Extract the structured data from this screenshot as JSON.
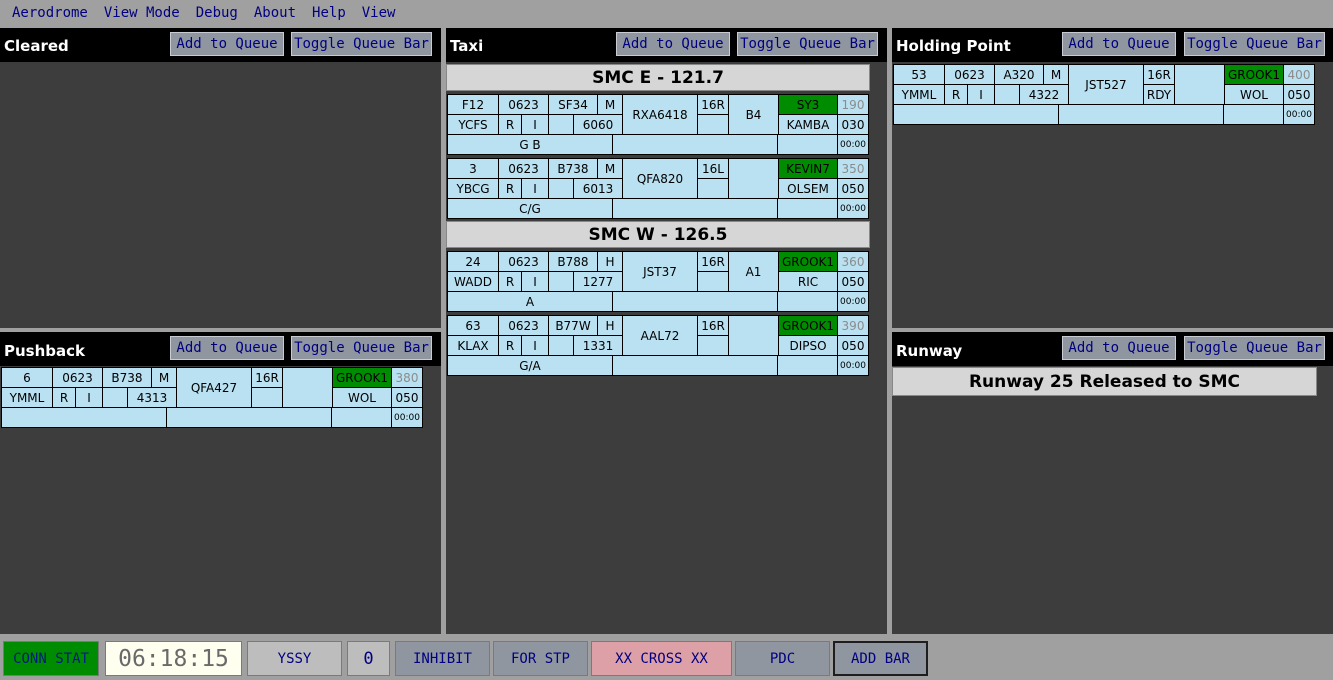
{
  "menu": [
    "Aerodrome",
    "View Mode",
    "Debug",
    "About",
    "Help",
    "View"
  ],
  "buttons": {
    "add": "Add to Queue",
    "toggle": "Toggle Queue Bar"
  },
  "panels": {
    "cleared": "Cleared",
    "pushback": "Pushback",
    "taxi": "Taxi",
    "holding": "Holding Point",
    "runway": "Runway"
  },
  "taxi_groups": [
    "SMC E - 121.7",
    "SMC W - 126.5"
  ],
  "runway_banner": "Runway 25 Released to SMC",
  "strips": {
    "pushback": [
      {
        "bay": "6",
        "time": "0623",
        "type": "B738",
        "wtc": "M",
        "callsign": "QFA427",
        "rwy": "16R",
        "rwy2": "",
        "twy": "",
        "sid": "GROOK1",
        "alt": "380",
        "dest": "YMML",
        "rules": "R",
        "flt": "I",
        "sq": "",
        "code": "4313",
        "fix": "WOL",
        "hdg": "050",
        "remarks": "",
        "clock": "00:00"
      }
    ],
    "taxi_e": [
      {
        "bay": "F12",
        "time": "0623",
        "type": "SF34",
        "wtc": "M",
        "callsign": "RXA6418",
        "rwy": "16R",
        "rwy2": "",
        "twy": "B4",
        "sid": "SY3",
        "alt": "190",
        "dest": "YCFS",
        "rules": "R",
        "flt": "I",
        "sq": "",
        "code": "6060",
        "fix": "KAMBA",
        "hdg": "030",
        "remarks": "G B",
        "clock": "00:00"
      },
      {
        "bay": "3",
        "time": "0623",
        "type": "B738",
        "wtc": "M",
        "callsign": "QFA820",
        "rwy": "16L",
        "rwy2": "",
        "twy": "",
        "sid": "KEVIN7",
        "alt": "350",
        "dest": "YBCG",
        "rules": "R",
        "flt": "I",
        "sq": "",
        "code": "6013",
        "fix": "OLSEM",
        "hdg": "050",
        "remarks": "C/G",
        "clock": "00:00"
      }
    ],
    "taxi_w": [
      {
        "bay": "24",
        "time": "0623",
        "type": "B788",
        "wtc": "H",
        "callsign": "JST37",
        "rwy": "16R",
        "rwy2": "",
        "twy": "A1",
        "sid": "GROOK1",
        "alt": "360",
        "dest": "WADD",
        "rules": "R",
        "flt": "I",
        "sq": "",
        "code": "1277",
        "fix": "RIC",
        "hdg": "050",
        "remarks": "A",
        "clock": "00:00"
      },
      {
        "bay": "63",
        "time": "0623",
        "type": "B77W",
        "wtc": "H",
        "callsign": "AAL72",
        "rwy": "16R",
        "rwy2": "",
        "twy": "",
        "sid": "GROOK1",
        "alt": "390",
        "dest": "KLAX",
        "rules": "R",
        "flt": "I",
        "sq": "",
        "code": "1331",
        "fix": "DIPSO",
        "hdg": "050",
        "remarks": "G/A",
        "clock": "00:00"
      }
    ],
    "holding": [
      {
        "bay": "53",
        "time": "0623",
        "type": "A320",
        "wtc": "M",
        "callsign": "JST527",
        "rwy": "16R",
        "rwy2": "RDY",
        "twy": "",
        "sid": "GROOK1",
        "alt": "400",
        "dest": "YMML",
        "rules": "R",
        "flt": "I",
        "sq": "",
        "code": "4322",
        "fix": "WOL",
        "hdg": "050",
        "remarks": "",
        "clock": "00:00"
      }
    ]
  },
  "status": {
    "conn": "CONN STAT",
    "clock": "06:18:15",
    "airport": "YSSY",
    "count": "0",
    "inhibit": "INHIBIT",
    "forstp": "FOR STP",
    "cross": "XX CROSS XX",
    "pdc": "PDC",
    "addbar": "ADD BAR"
  },
  "colors": {
    "strip": "#b9e1f1",
    "sid_highlight": "#008c00",
    "panel": "#3d3d3d",
    "conn": "#008c00",
    "cross": "#dda0a6",
    "clock_bg": "#fffff0"
  }
}
